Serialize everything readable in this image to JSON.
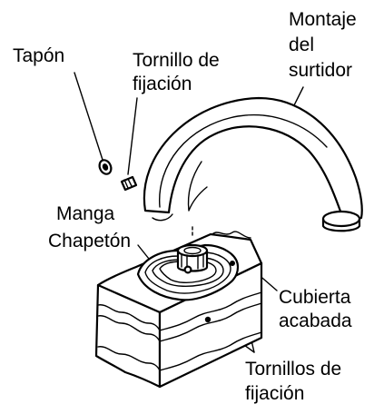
{
  "labels": {
    "tapon": "Tapón",
    "tornillo_line1": "Tornillo de",
    "tornillo_line2": "fijación",
    "montaje_line1": "Montaje",
    "montaje_line2": "del",
    "montaje_line3": "surtidor",
    "manga": "Manga",
    "chapeton": "Chapetón",
    "cubierta_line1": "Cubierta",
    "cubierta_line2": "acabada",
    "tornillos_line1": "Tornillos de",
    "tornillos_line2": "fijación"
  }
}
